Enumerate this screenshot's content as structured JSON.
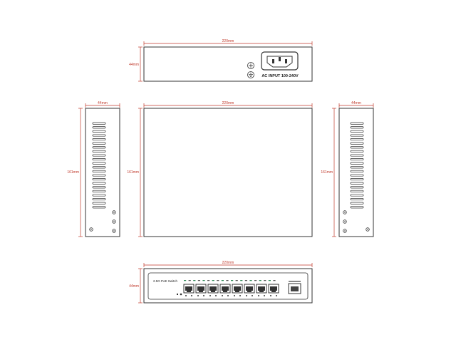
{
  "dimensions": {
    "width": "220mm",
    "height": "44mm",
    "depth": "161mm",
    "side_width": "44mm"
  },
  "rear_panel": {
    "power_label": "AC INPUT 100-240V"
  },
  "front_panel": {
    "device_name": "2.5G PoE Switch"
  },
  "colors": {
    "dimension_line": "#c0392b",
    "outline": "#333333"
  }
}
